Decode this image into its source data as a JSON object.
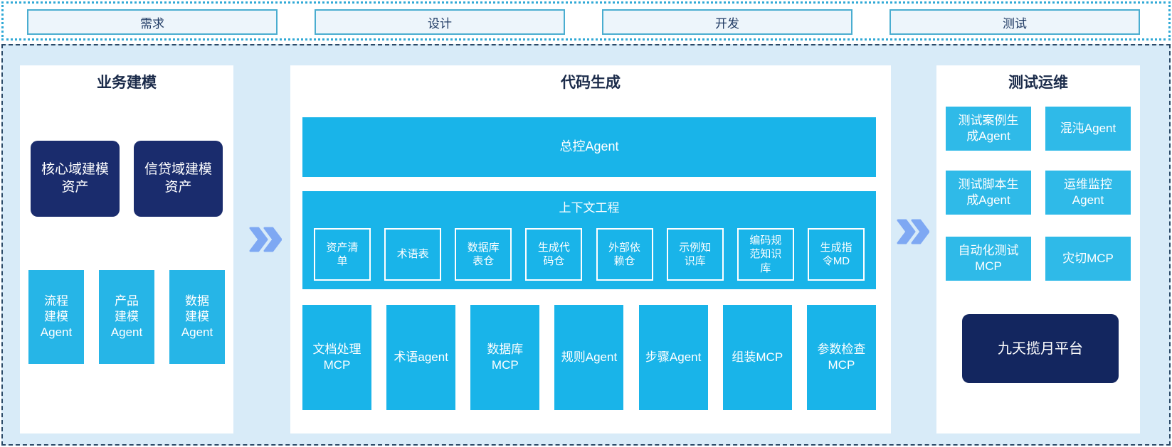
{
  "phases": [
    {
      "label": "需求"
    },
    {
      "label": "设计"
    },
    {
      "label": "开发"
    },
    {
      "label": "测试"
    }
  ],
  "left_panel": {
    "title": "业务建模",
    "asset_boxes": [
      {
        "label": "核心域建模\n资产"
      },
      {
        "label": "信贷域建模\n资产"
      }
    ],
    "agent_boxes": [
      {
        "label": "流程\n建模\nAgent"
      },
      {
        "label": "产品\n建模\nAgent"
      },
      {
        "label": "数据\n建模\nAgent"
      }
    ]
  },
  "mid_panel": {
    "title": "代码生成",
    "master_agent": "总控Agent",
    "context_engineering": {
      "title": "上下文工程",
      "items": [
        {
          "label": "资产清\n单"
        },
        {
          "label": "术语表"
        },
        {
          "label": "数据库\n表仓"
        },
        {
          "label": "生成代\n码仓"
        },
        {
          "label": "外部依\n赖仓"
        },
        {
          "label": "示例知\n识库"
        },
        {
          "label": "编码规\n范知识\n库"
        },
        {
          "label": "生成指\n令MD"
        }
      ]
    },
    "tool_boxes": [
      {
        "label": "文档处理\nMCP"
      },
      {
        "label": "术语agent"
      },
      {
        "label": "数据库\nMCP"
      },
      {
        "label": "规则Agent"
      },
      {
        "label": "步骤Agent"
      },
      {
        "label": "组装MCP"
      },
      {
        "label": "参数检查\nMCP"
      }
    ]
  },
  "right_panel": {
    "title": "测试运维",
    "ops_boxes": [
      {
        "label": "测试案例生\n成Agent"
      },
      {
        "label": "混沌Agent"
      },
      {
        "label": "测试脚本生\n成Agent"
      },
      {
        "label": "运维监控\nAgent"
      },
      {
        "label": "自动化测试\nMCP"
      },
      {
        "label": "灾切MCP"
      }
    ],
    "platform": {
      "label": "九天揽月平台"
    }
  },
  "colors": {
    "cyan_main": "#19b4e9",
    "cyan_left": "#26b5e7",
    "cyan_right": "#2fbae8",
    "navy_asset": "#1a2c6d",
    "navy_platform": "#13265f",
    "band_background": "#d8ebf8",
    "top_border_dotted": "#30a9d6",
    "main_border_dashed": "#2b4a68",
    "phase_fill": "#edf5fb",
    "phase_border": "#4aadd0",
    "phase_text": "#1f3a64",
    "title_text": "#1b2b4a",
    "chevron": "#7ea8f3"
  }
}
